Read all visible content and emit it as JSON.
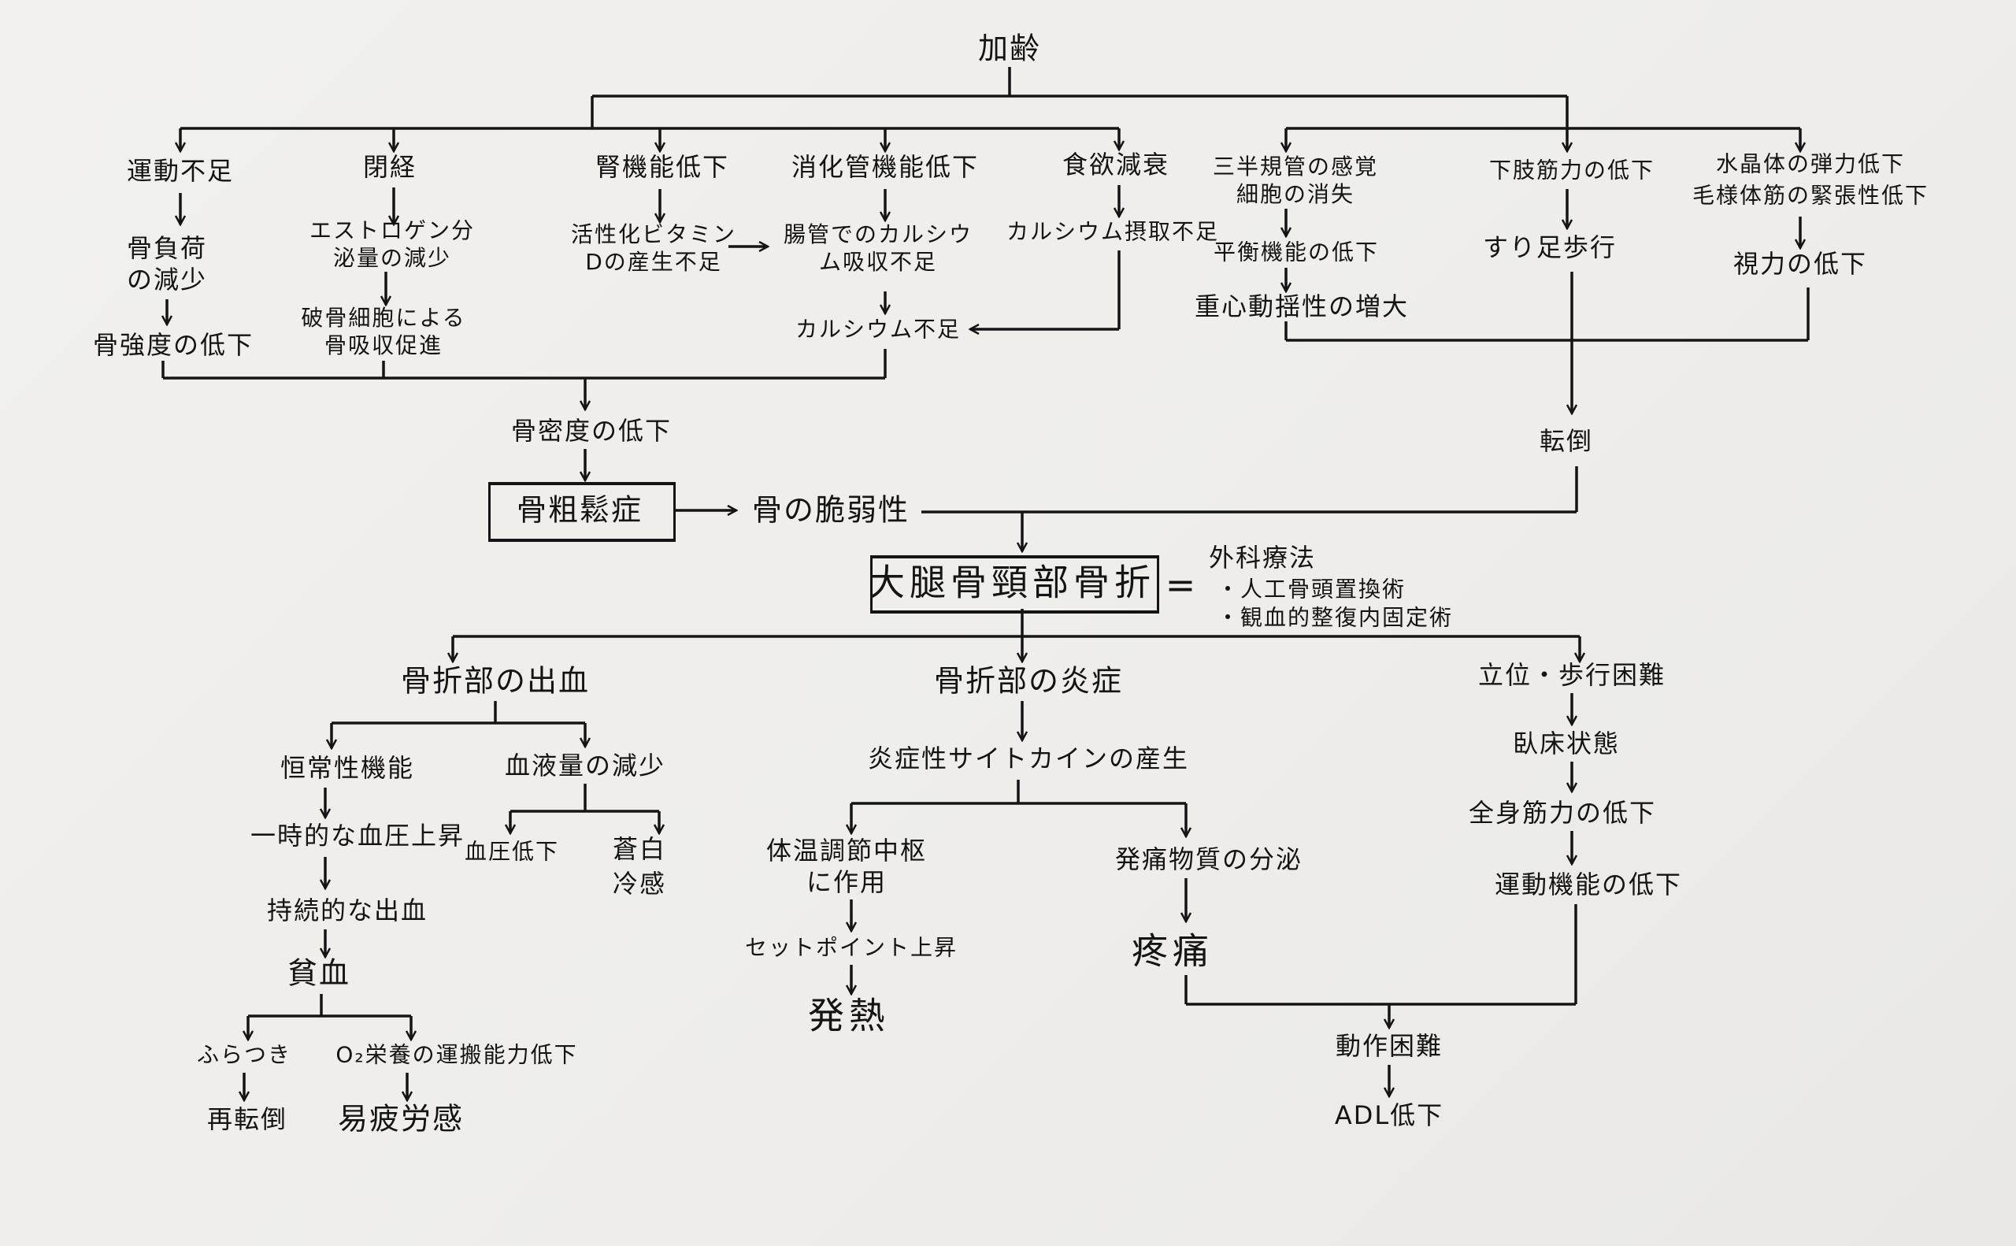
{
  "title": "加齢",
  "causes": {
    "exercise": {
      "head": "運動不足",
      "step1": "骨負荷の減少",
      "step2": "骨強度の低下"
    },
    "menopause": {
      "head": "閉経",
      "step1": "エストロゲン分泌量の減少",
      "step2": "破骨細胞による骨吸収促進"
    },
    "kidney": {
      "head": "腎機能低下",
      "step1": "活性化ビタミンDの産生不足"
    },
    "digestive": {
      "head": "消化管機能低下",
      "step1": "腸管でのカルシウム吸収不足",
      "step2": "カルシウム不足"
    },
    "appetite": {
      "head": "食欲減衰",
      "step1": "カルシウム摂取不足"
    },
    "vestibular": {
      "head": "三半規管の感覚細胞の消失",
      "step1": "平衡機能の低下",
      "step2": "重心動揺性の増大"
    },
    "legs": {
      "head": "下肢筋力の低下",
      "step1": "すり足歩行"
    },
    "vision": {
      "head_line1": "水晶体の弾力低下",
      "head_line2": "毛様体筋の緊張性低下",
      "step1": "視力の低下"
    }
  },
  "bone_density": "骨密度の低下",
  "osteoporosis": "骨粗鬆症",
  "fragility": "骨の脆弱性",
  "fall": "転倒",
  "fracture": "大腿骨頸部骨折",
  "equals": "=",
  "surgery": {
    "title": "外科療法",
    "items": [
      "・人工骨頭置換術",
      "・観血的整復内固定術"
    ]
  },
  "bleeding": {
    "head": "骨折部の出血",
    "homeostasis": "恒常性機能",
    "temp_bp_rise": "一時的な血圧上昇",
    "continuous_bleeding": "持続的な出血",
    "anemia": "貧血",
    "dizziness": "ふらつき",
    "o2_transport": "O₂栄養の運搬能力低下",
    "refall": "再転倒",
    "fatigue": "易疲労感",
    "blood_volume": "血液量の減少",
    "bp_drop": "血圧低下",
    "pale_line1": "蒼白",
    "pale_line2": "冷感"
  },
  "inflammation": {
    "head": "骨折部の炎症",
    "cytokine": "炎症性サイトカインの産生",
    "thermo_line1": "体温調節中枢",
    "thermo_line2": "に作用",
    "setpoint": "セットポイント上昇",
    "fever": "発熱",
    "pain_substance": "発痛物質の分泌",
    "pain": "疼痛"
  },
  "mobility": {
    "head": "立位・歩行困難",
    "bedridden": "臥床状態",
    "whole_muscle": "全身筋力の低下",
    "motor": "運動機能の低下"
  },
  "movement_difficulty": "動作困難",
  "adl": "ADL低下"
}
